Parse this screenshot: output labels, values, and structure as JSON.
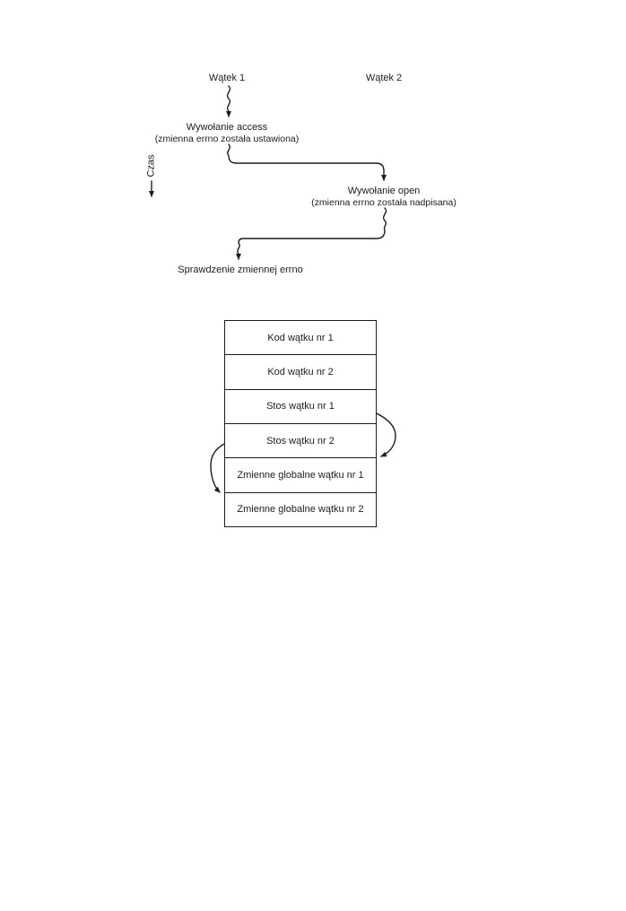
{
  "page": {
    "background_color": "#ffffff",
    "ink_color": "#1c1c1c"
  },
  "timeline_figure": {
    "thread1_label": "Wątek 1",
    "thread2_label": "Wątek 2",
    "time_axis_label": "Czas",
    "event_access_title": "Wywołanie access",
    "event_access_note": "(zmienna errno została ustawiona)",
    "event_open_title": "Wywołanie open",
    "event_open_note": "(zmienna errno została nadpisana)",
    "event_check_label": "Sprawdzenie zmiennej errno"
  },
  "memory_figure": {
    "rows": [
      "Kod wątku nr 1",
      "Kod wątku nr 2",
      "Stos wątku nr 1",
      "Stos wątku nr 2",
      "Zmienne globalne wątku nr 1",
      "Zmienne globalne wątku nr 2"
    ]
  }
}
